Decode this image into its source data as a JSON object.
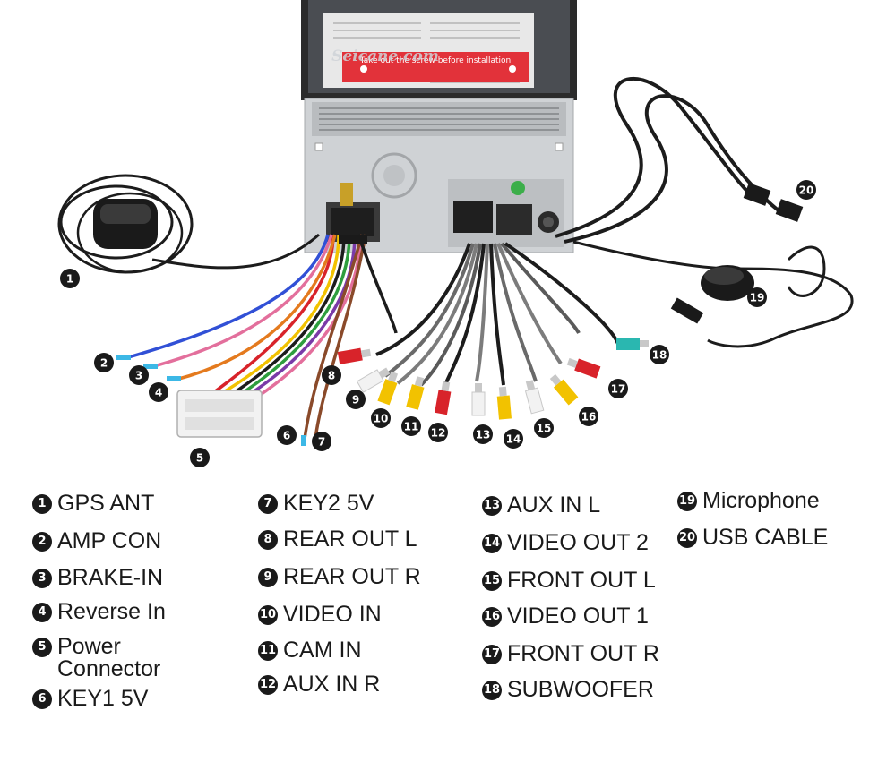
{
  "watermark": "Seicane.com",
  "sticker_text": "Take out the screw before installation",
  "legend": [
    {
      "num": "1",
      "label": "GPS ANT"
    },
    {
      "num": "2",
      "label": "AMP CON"
    },
    {
      "num": "3",
      "label": "BRAKE-IN"
    },
    {
      "num": "4",
      "label": "Reverse In"
    },
    {
      "num": "5",
      "label": "Power\nConnector"
    },
    {
      "num": "6",
      "label": "KEY1 5V"
    },
    {
      "num": "7",
      "label": "KEY2 5V"
    },
    {
      "num": "8",
      "label": "REAR OUT L"
    },
    {
      "num": "9",
      "label": "REAR OUT R"
    },
    {
      "num": "10",
      "label": "VIDEO IN"
    },
    {
      "num": "11",
      "label": "CAM IN"
    },
    {
      "num": "12",
      "label": "AUX IN R"
    },
    {
      "num": "13",
      "label": "AUX IN L"
    },
    {
      "num": "14",
      "label": "VIDEO OUT 2"
    },
    {
      "num": "15",
      "label": "FRONT OUT L"
    },
    {
      "num": "16",
      "label": "VIDEO OUT 1"
    },
    {
      "num": "17",
      "label": "FRONT OUT R"
    },
    {
      "num": "18",
      "label": "SUBWOOFER"
    },
    {
      "num": "19",
      "label": "Microphone"
    },
    {
      "num": "20",
      "label": "USB CABLE"
    }
  ],
  "colors": {
    "rca_red": "#d8232a",
    "rca_white": "#f2f2f2",
    "rca_yellow": "#f2c200",
    "rca_teal": "#2ab7b0",
    "unit_silver": "#c9cccf",
    "cable_black": "#1c1c1c"
  }
}
